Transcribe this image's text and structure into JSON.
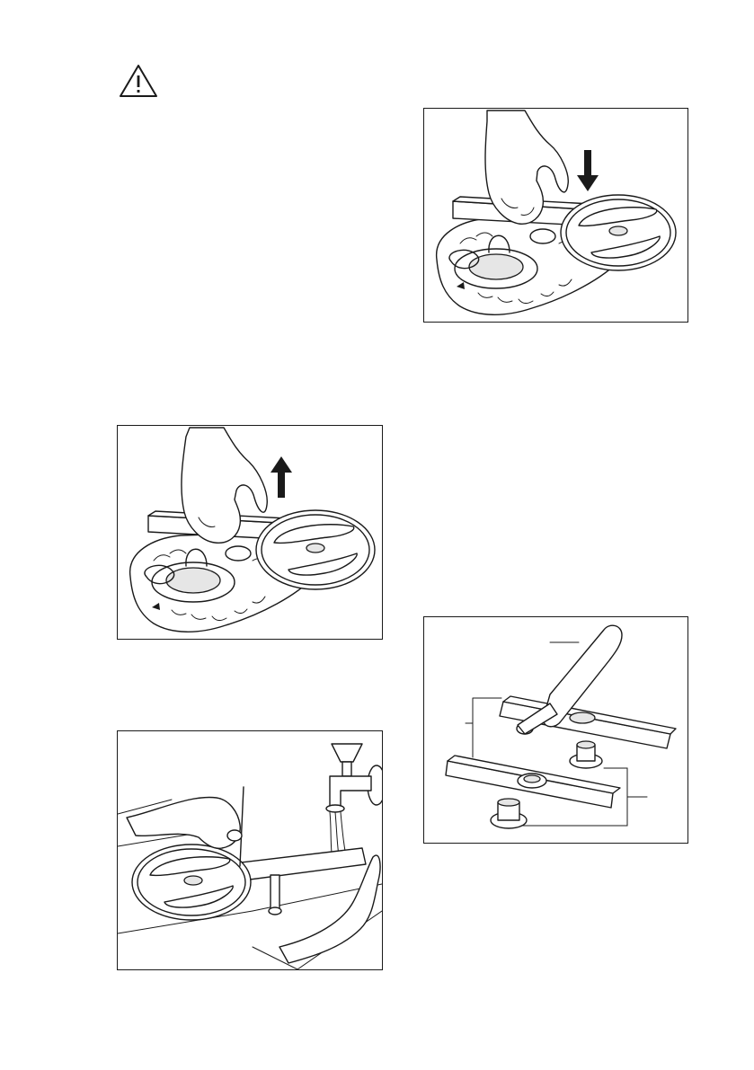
{
  "warning": {
    "icon": "warning-triangle-icon"
  },
  "figures": [
    {
      "id": "fig-lower-spray-arm-insert",
      "arrow": "down",
      "icon": "arrow-down-icon"
    },
    {
      "id": "fig-lower-spray-arm-remove",
      "arrow": "up",
      "icon": "arrow-up-icon"
    },
    {
      "id": "fig-spray-arm-cleaning",
      "icon": "water-tap-icon"
    },
    {
      "id": "fig-spray-arm-parts",
      "callouts": 3
    }
  ]
}
